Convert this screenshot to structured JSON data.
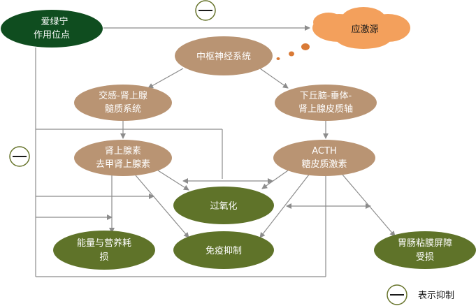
{
  "nodes": {
    "ailuning": [
      "爱绿宁",
      "作用位点"
    ],
    "stress": [
      "应激源"
    ],
    "cns": [
      "中枢神经系统"
    ],
    "sympathetic": [
      "交感-肾上腺",
      "髓质系统"
    ],
    "hpa": [
      "下丘脑-垂体-",
      "肾上腺皮质轴"
    ],
    "adrenaline": [
      "肾上腺素",
      "去甲肾上腺素"
    ],
    "acth": [
      "ACTH",
      "糖皮质激素"
    ],
    "peroxidation": [
      "过氧化"
    ],
    "energy": [
      "能量与营养耗",
      "损"
    ],
    "immune": [
      "免疫抑制"
    ],
    "gut": [
      "胃肠粘膜屏障",
      "受损"
    ]
  },
  "legend": {
    "label": "表示抑制"
  },
  "colors": {
    "dark_green": "#0f4d1f",
    "olive": "#5f7329",
    "tan": "#b99473",
    "orange": "#f3a05c",
    "cloud_dot": "#d97a36",
    "inhibit_ring": "#66732a"
  }
}
